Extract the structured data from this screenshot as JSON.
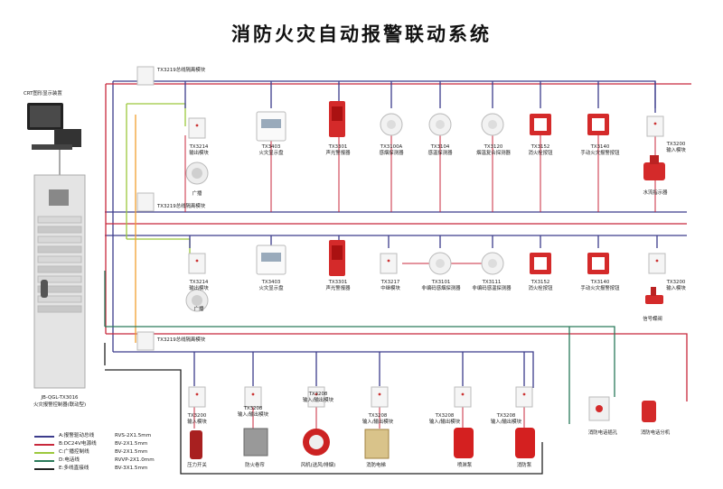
{
  "title": "消防火灾自动报警联动系统",
  "controller": {
    "crt_label": "CRT图形显示装置",
    "model": "JB-QGL-TX3016",
    "name": "火灾报警控制器(联动型)"
  },
  "isolators": [
    "TX3219总线隔离模块",
    "TX3219总线隔离模块",
    "TX3219总线隔离模块"
  ],
  "row1": [
    {
      "model": "TX3214",
      "name": "输出模块"
    },
    {
      "model": "TX3403",
      "name": "火灾显示盘"
    },
    {
      "model": "TX3301",
      "name": "声光警报器"
    },
    {
      "model": "TX3100A",
      "name": "感烟探测器"
    },
    {
      "model": "TX3104",
      "name": "感温探测器"
    },
    {
      "model": "TX3120",
      "name": "烟温复合探测器"
    },
    {
      "model": "TX3152",
      "name": "消火栓按钮"
    },
    {
      "model": "TX3140",
      "name": "手动火灾报警按钮"
    },
    {
      "model": "TX3200",
      "name": "输入模块"
    }
  ],
  "row2": [
    {
      "model": "TX3214",
      "name": "输出模块"
    },
    {
      "model": "TX3403",
      "name": "火灾显示盘"
    },
    {
      "model": "TX3301",
      "name": "声光警报器"
    },
    {
      "model": "TX3217",
      "name": "中继模块"
    },
    {
      "model": "TX3101",
      "name": "非编码感烟探测器"
    },
    {
      "model": "TX3111",
      "name": "非编码感温探测器"
    },
    {
      "model": "TX3152",
      "name": "消火栓按钮"
    },
    {
      "model": "TX3140",
      "name": "手动火灾报警按钮"
    },
    {
      "model": "TX3200",
      "name": "输入模块"
    }
  ],
  "speaker_label": "广播",
  "row1_end_device": "水流指示器",
  "row2_end_device": "信号蝶阀",
  "row3": [
    {
      "model": "TX3200",
      "name": "输入模块",
      "device": "压力开关"
    },
    {
      "model": "TX3208",
      "name": "输入/输出模块",
      "device": "防火卷帘"
    },
    {
      "model": "TX3208",
      "name": "输入/输出模块",
      "device": "风机(送风/排烟)"
    },
    {
      "model": "TX3208",
      "name": "输入/输出模块",
      "device": "消防电梯"
    },
    {
      "model": "TX3208",
      "name": "输入/输出模块",
      "device": "喷淋泵"
    },
    {
      "model": "TX3208",
      "name": "输入/输出模块",
      "device": "消防泵"
    }
  ],
  "phone_jack": "消防电话插孔",
  "phone_handset": "消防电话分机",
  "legend": [
    {
      "name": "A:报警驱动总线",
      "spec": "RVS-2X1.5mm",
      "color": "#3c3c8c"
    },
    {
      "name": "B:DC24V电源线",
      "spec": "BV-2X1.5mm",
      "color": "#c8283c"
    },
    {
      "name": "C:广播控制线",
      "spec": "BV-2X1.5mm",
      "color": "#9cc83c"
    },
    {
      "name": "D:电话线",
      "spec": "RVVP-2X1.0mm",
      "color": "#2a7a5a"
    },
    {
      "name": "E:多线直接线",
      "spec": "BV-3X1.5mm",
      "color": "#222222"
    }
  ],
  "colors": {
    "bus": "#3c3c8c",
    "power": "#c8283c",
    "broadcast": "#9cc83c",
    "phone": "#2a7a5a",
    "direct": "#222222",
    "device_red": "#d42a2a"
  }
}
